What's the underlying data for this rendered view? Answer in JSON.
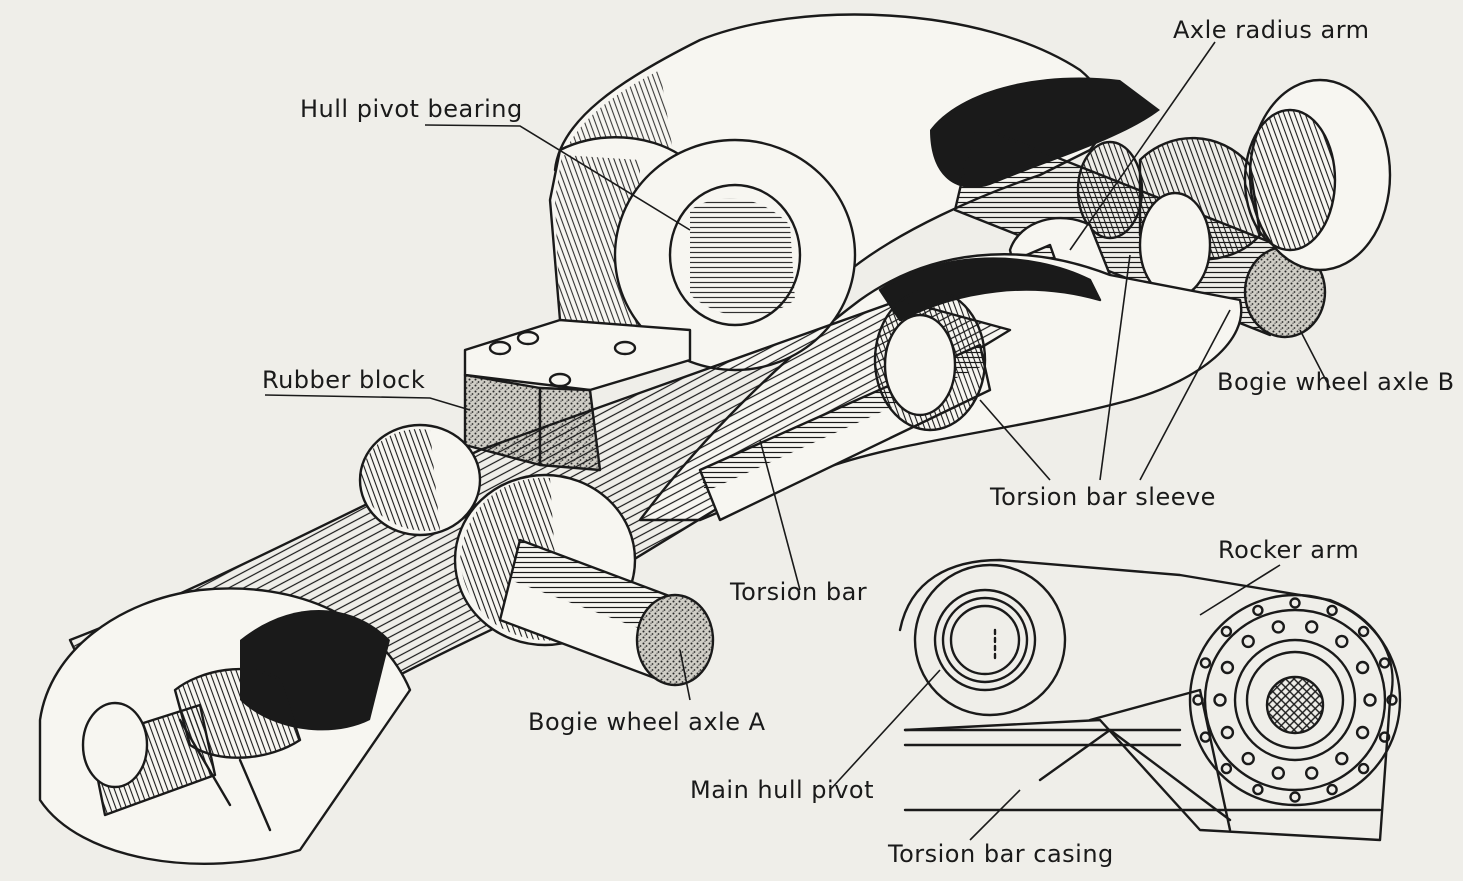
{
  "labels": {
    "hull_pivot_bearing": "Hull pivot bearing",
    "axle_radius_arm": "Axle radius arm",
    "rubber_block": "Rubber block",
    "bogie_wheel_axle_b": "Bogie wheel axle B",
    "torsion_bar_sleeve": "Torsion bar sleeve",
    "rocker_arm": "Rocker arm",
    "torsion_bar": "Torsion bar",
    "bogie_wheel_axle_a": "Bogie wheel axle A",
    "main_hull_pivot": "Main hull pivot",
    "torsion_bar_casing": "Torsion bar casing"
  }
}
